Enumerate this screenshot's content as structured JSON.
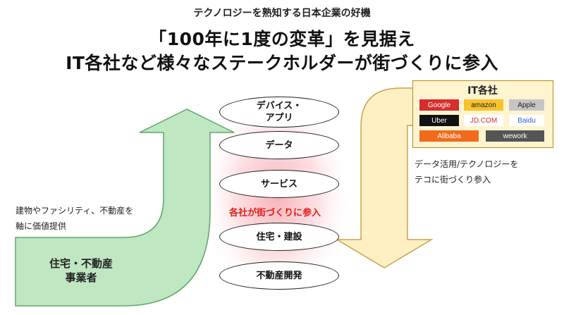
{
  "header": {
    "subtitle": "テクノロジーを熟知する日本企業の好機",
    "title_line1": "「100年に1度の変革」を見据え",
    "title_line2": "IT各社など様々なステークホルダーが街づくりに参入"
  },
  "stack": {
    "items": [
      {
        "line1": "デバイス・",
        "line2": "アプリ"
      },
      {
        "line1": "データ",
        "line2": ""
      },
      {
        "line1": "サービス",
        "line2": ""
      },
      {
        "line1": "住宅・建設",
        "line2": ""
      },
      {
        "line1": "不動産開発",
        "line2": ""
      }
    ],
    "participate_label": "各社が街づくりに参入"
  },
  "left": {
    "description_line1": "建物やファシリティ、不動産を",
    "description_line2": "軸に価値提供",
    "box_line1": "住宅・不動産",
    "box_line2": "事業者"
  },
  "right": {
    "box_title": "IT各社",
    "companies": [
      "Google",
      "amazon",
      "Apple",
      "Uber",
      "JD.COM",
      "Baidu",
      "Alibaba",
      "wework"
    ],
    "description_line1": "データ活用/テクノロジーを",
    "description_line2": "テコに街づくり参入"
  },
  "colors": {
    "green_arrow": "#bfe7c2",
    "green_border": "#5fa56a",
    "yellow_arrow": "#fff0c4",
    "yellow_border": "#c9a24a",
    "red_glow": "#f8b7bd",
    "accent_red": "#e0201c"
  }
}
